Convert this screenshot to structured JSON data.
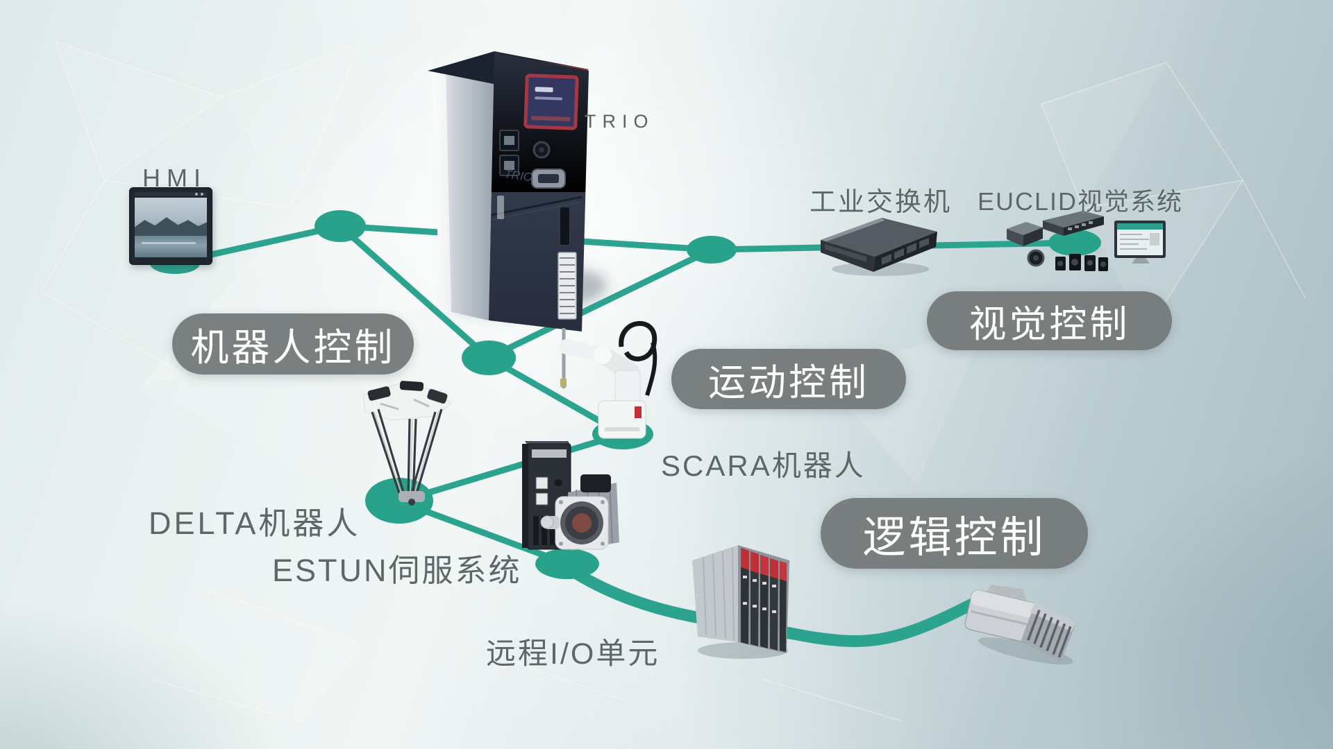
{
  "diagram": {
    "device_labels": {
      "hmi": "HMI",
      "trio": "TRIO",
      "industrial_switch": "工业交换机",
      "euclid_vision": "EUCLID视觉系统",
      "scara_robot": "SCARA机器人",
      "delta_robot": "DELTA机器人",
      "estun_servo": "ESTUN伺服系统",
      "remote_io": "远程I/O单元"
    },
    "control_pills": {
      "robot_control": "机器人控制",
      "motion_control": "运动控制",
      "vision_control": "视觉控制",
      "logic_control": "逻辑控制"
    },
    "connections": [
      "HMI - hub-A",
      "hub-A - hub-B",
      "hub-A - 工业交换机",
      "hub-B - 工业交换机",
      "hub-B - SCARA机器人",
      "SCARA机器人 - DELTA机器人",
      "DELTA机器人 - ESTUN伺服系统",
      "ESTUN伺服系统 - 远程I/O单元 - 网线接头",
      "工业交换机 - EUCLID视觉系统"
    ],
    "colors": {
      "link_teal": "#2BA38E",
      "node_teal": "#29A28C",
      "pill_gray": "#767B7B",
      "label_gray": "#5C6868",
      "pill_text": "#FFFFFF"
    }
  }
}
